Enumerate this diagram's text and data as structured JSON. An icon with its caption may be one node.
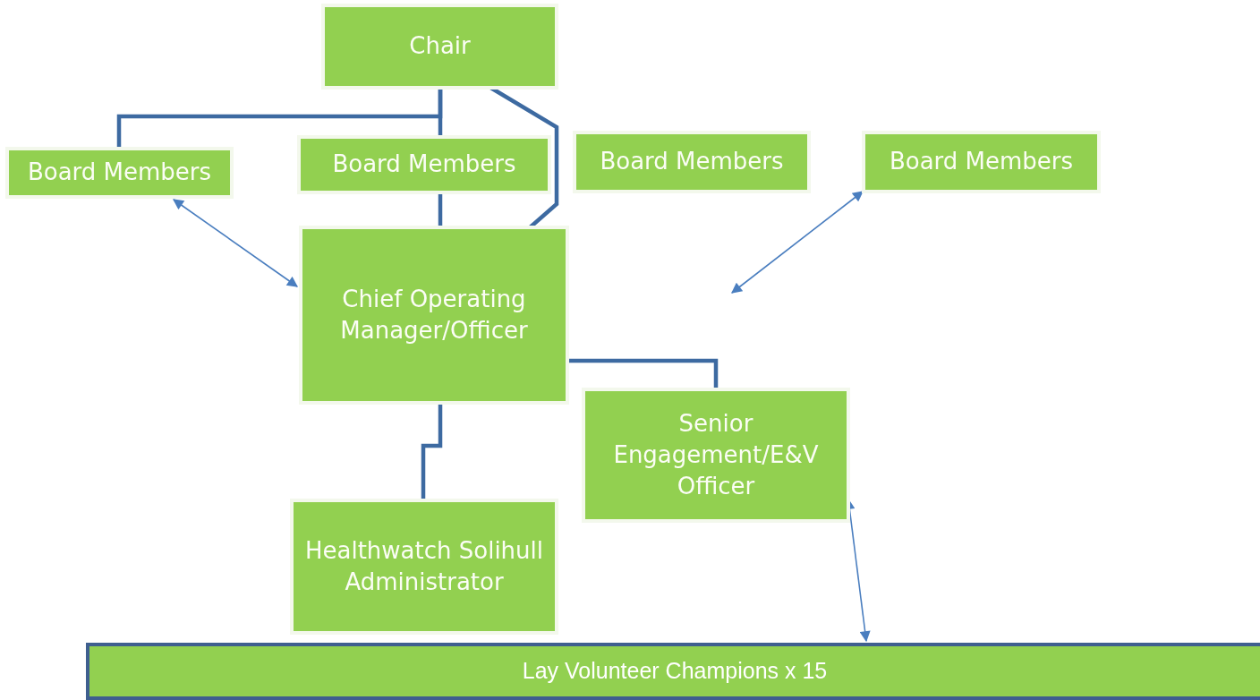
{
  "diagram": {
    "nodes": [
      {
        "text": [
          "Chair"
        ]
      },
      {
        "text": [
          "Board Members"
        ]
      },
      {
        "text": [
          "Board Members"
        ]
      },
      {
        "text": [
          "Board Members"
        ]
      },
      {
        "text": [
          "Board Members"
        ]
      },
      {
        "text": [
          "Chief Operating Manager/Officer"
        ]
      },
      {
        "text": [
          "Senior Engagement/E&V Officer"
        ]
      },
      {
        "text": [
          "Healthwatch Solihull Administrator"
        ]
      },
      {
        "text": [
          "Lay Volunteer Champions x 15"
        ]
      }
    ],
    "edges": [
      {
        "from": 0,
        "to": 1,
        "arrow": "none"
      },
      {
        "from": 0,
        "to": 2,
        "arrow": "none"
      },
      {
        "from": 0,
        "to": 5,
        "arrow": "none"
      },
      {
        "from": 2,
        "to": 5,
        "arrow": "none"
      },
      {
        "from": 1,
        "to": 5,
        "arrow": "both",
        "color": "#4a7ebf"
      },
      {
        "from": null,
        "to": 4,
        "arrow": "both",
        "color": "#4a7ebf"
      },
      {
        "from": 5,
        "to": 6,
        "arrow": "none"
      },
      {
        "from": 5,
        "to": 7,
        "arrow": "none"
      },
      {
        "from": 6,
        "to": 8,
        "arrow": "both",
        "color": "#4a7ebf"
      }
    ]
  }
}
